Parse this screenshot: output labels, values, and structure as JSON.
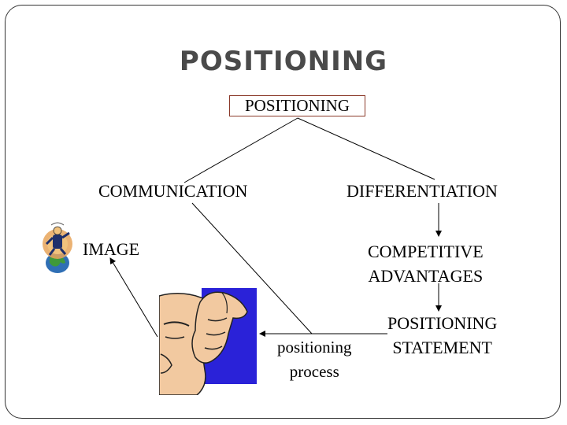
{
  "title": "POSITIONING",
  "diagram": {
    "root": "POSITIONING",
    "communication": "COMMUNICATION",
    "differentiation": "DIFFERENTIATION",
    "image": "IMAGE",
    "competitive_advantages": [
      "COMPETITIVE",
      "ADVANTAGES"
    ],
    "positioning_statement": [
      "POSITIONING",
      "STATEMENT"
    ],
    "positioning_process": [
      "positioning",
      "process"
    ]
  },
  "icons": [
    "globe-person-clipart",
    "thinking-face-clipart"
  ]
}
